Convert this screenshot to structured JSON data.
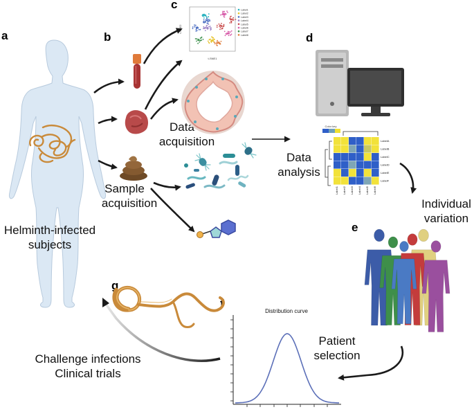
{
  "panels": {
    "a": "a",
    "b": "b",
    "c": "c",
    "d": "d",
    "e": "e",
    "f": "f",
    "g": "g"
  },
  "labels": {
    "subjects_line1": "Helminth-infected",
    "subjects_line2": "subjects",
    "sample_line1": "Sample",
    "sample_line2": "acquisition",
    "data_acq_line1": "Data",
    "data_acq_line2": "acquisition",
    "data_analysis_line1": "Data",
    "data_analysis_line2": "analysis",
    "individual_line1": "Individual",
    "individual_line2": "variation",
    "patient_line1": "Patient",
    "patient_line2": "selection",
    "challenge_line1": "Challenge infections",
    "challenge_line2": "Clinical trials"
  },
  "distribution": {
    "title": "Distribution curve"
  },
  "tsne": {
    "xlabel": "t-SNE1",
    "ylabel": "t-SNE2",
    "legend": [
      "Label1",
      "Label2",
      "Label3",
      "Label4",
      "Label5",
      "Label6",
      "Label7",
      "Label8"
    ],
    "colors": [
      "#2bb3c0",
      "#e6c229",
      "#4c6ec2",
      "#9a7fc4",
      "#c94c4c",
      "#d65aa8",
      "#3a8f4a",
      "#e07b39"
    ]
  },
  "heatmap": {
    "key_title": "Color key",
    "row_labels": [
      "LabelA",
      "LabelB",
      "LabelC",
      "LabelD",
      "LabelE",
      "LabelF"
    ],
    "col_labels": [
      "Label1",
      "Label2",
      "Label3",
      "Label4",
      "Label5",
      "Label6"
    ],
    "cells": [
      [
        1,
        0.8,
        0.2,
        0.1,
        0.9,
        0.8
      ],
      [
        0.8,
        1,
        0.3,
        0.2,
        0.7,
        0.9
      ],
      [
        0.2,
        0.1,
        0.1,
        0.2,
        0.9,
        0.2
      ],
      [
        0.1,
        0.2,
        0.3,
        0.1,
        0.2,
        0.1
      ],
      [
        0.9,
        0.2,
        0.9,
        0.1,
        0.9,
        0.2
      ],
      [
        0.8,
        0.9,
        0.2,
        0.1,
        0.3,
        0.9
      ]
    ]
  },
  "colors": {
    "arrow": "#1a1a1a",
    "body": "#dbe8f4",
    "worm": "#c98a3a",
    "curve": "#5b6fb8"
  },
  "people_colors": [
    "#3c5ca8",
    "#3e8f4a",
    "#c43c3c",
    "#e0d080",
    "#9a4f9e",
    "#4a7ac4"
  ]
}
